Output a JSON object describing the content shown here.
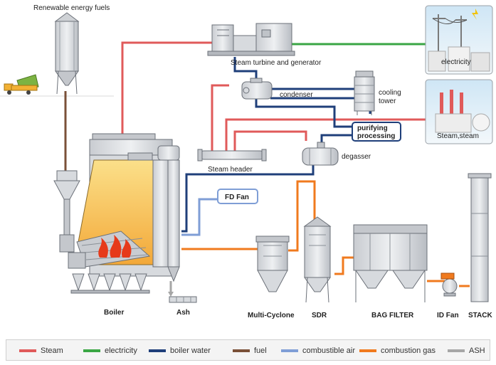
{
  "labels": {
    "fuel_storage": "Renewable energy fuels",
    "turbine": "Steam turbine and generator",
    "condenser": "condenser",
    "cooling_tower_line1": "cooling",
    "cooling_tower_line2": "tower",
    "purifying_line1": "purifying",
    "purifying_line2": "processing",
    "degasser": "degasser",
    "steam_header": "Steam header",
    "fd_fan": "FD Fan",
    "boiler": "Boiler",
    "ash": "Ash",
    "multi_cyclone": "Multi-Cyclone",
    "sdr": "SDR",
    "bag_filter": "BAG FILTER",
    "id_fan": "ID Fan",
    "stack": "STACK",
    "electricity_box": "electricity",
    "steam_box": "Steam,steam"
  },
  "legend": [
    {
      "key": "steam",
      "label": "Steam",
      "color": "#e05a5a"
    },
    {
      "key": "electricity",
      "label": "electricity",
      "color": "#3aa644"
    },
    {
      "key": "boiler-water",
      "label": "boiler water",
      "color": "#1f3f7a"
    },
    {
      "key": "fuel",
      "label": "fuel",
      "color": "#7a5038"
    },
    {
      "key": "combustible-air",
      "label": "combustible air",
      "color": "#7f9ed6"
    },
    {
      "key": "combustion-gas",
      "label": "combustion gas",
      "color": "#f07a1e"
    },
    {
      "key": "ash",
      "label": "ASH",
      "color": "#a6a6a6"
    }
  ],
  "colors": {
    "steam": "#e05a5a",
    "electricity": "#3aa644",
    "boiler_water": "#1f3f7a",
    "fuel": "#7a5038",
    "combustible_air": "#7f9ed6",
    "combustion_gas": "#f07a1e",
    "ash": "#a6a6a6",
    "equipment": "#d7dade",
    "equipment_stroke": "#6b7078",
    "furnace_fill": "#f7c24a",
    "flame": "#e63a1a"
  }
}
